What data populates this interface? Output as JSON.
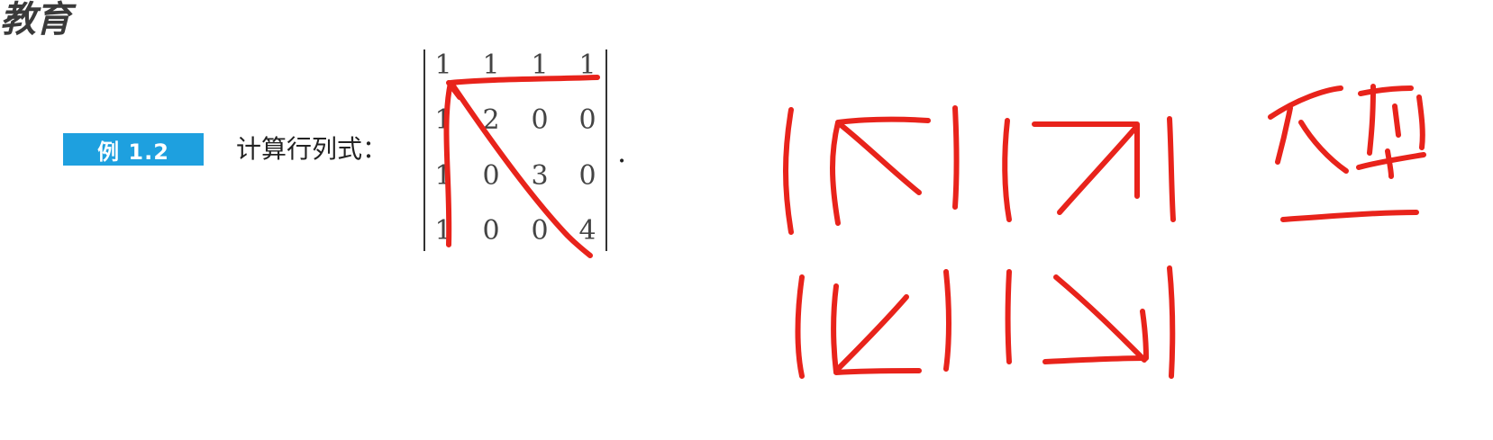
{
  "logo_text": "教育",
  "example_label": "例 1.2",
  "prompt_text": "计算行列式：",
  "matrix": [
    [
      "1",
      "1",
      "1",
      "1"
    ],
    [
      "1",
      "2",
      "0",
      "0"
    ],
    [
      "1",
      "0",
      "3",
      "0"
    ],
    [
      "1",
      "0",
      "0",
      "4"
    ]
  ],
  "trailing_punct": ".",
  "handwritten_note": "爪型",
  "ink_color": "#e8231b",
  "badge_color": "#1ea0df"
}
